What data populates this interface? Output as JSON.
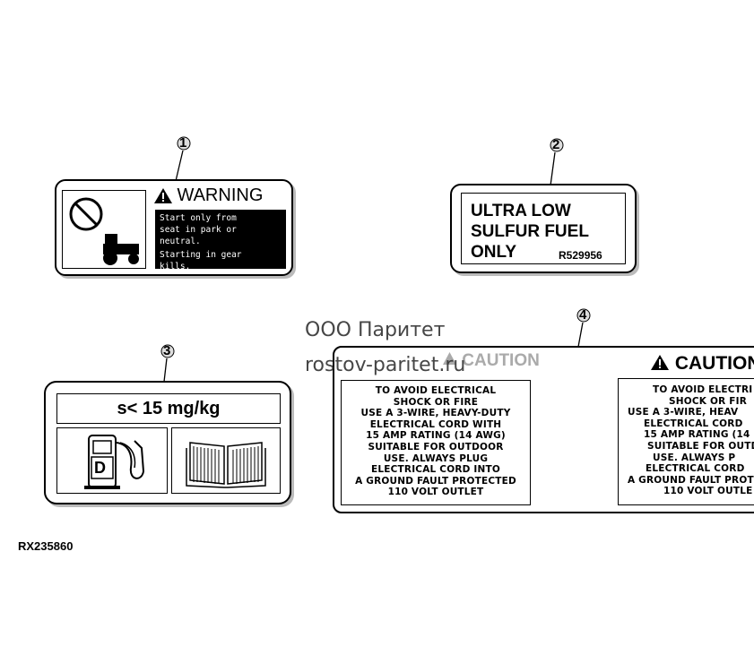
{
  "callouts": [
    "1",
    "2",
    "3",
    "4"
  ],
  "decal1": {
    "title": "WARNING",
    "lines": [
      "Start only from",
      "seat in park or",
      "neutral."
    ],
    "lines2": [
      "Starting in gear",
      "kills."
    ]
  },
  "decal2": {
    "lines": [
      "ULTRA LOW",
      "SULFUR FUEL",
      "ONLY"
    ],
    "part_number": "R529956"
  },
  "decal3": {
    "limit": "s< 15 mg/kg",
    "fuel_letter": "D"
  },
  "decal4": {
    "title": "CAUTION",
    "lines": [
      "TO AVOID ELECTRICAL",
      "SHOCK OR FIRE",
      "USE A 3-WIRE, HEAVY-DUTY",
      "ELECTRICAL CORD WITH",
      "15 AMP RATING (14 AWG)",
      "SUITABLE FOR OUTDOOR",
      "USE. ALWAYS PLUG",
      "ELECTRICAL CORD INTO",
      "A GROUND FAULT PROTECTED",
      "110 VOLT OUTLET"
    ],
    "lines_partial": [
      "TO AVOID ELECTRI",
      "SHOCK OR FIR",
      "USE A 3-WIRE, HEAV",
      "ELECTRICAL CORD",
      "15 AMP RATING (14",
      "SUITABLE FOR OUTD",
      "USE. ALWAYS P",
      "ELECTRICAL CORD",
      "A GROUND FAULT PROT",
      "110 VOLT OUTLE"
    ]
  },
  "watermark": {
    "company": "ООО Паритет",
    "site": "rostov-paritet.ru"
  },
  "figure_id": "RX235860"
}
